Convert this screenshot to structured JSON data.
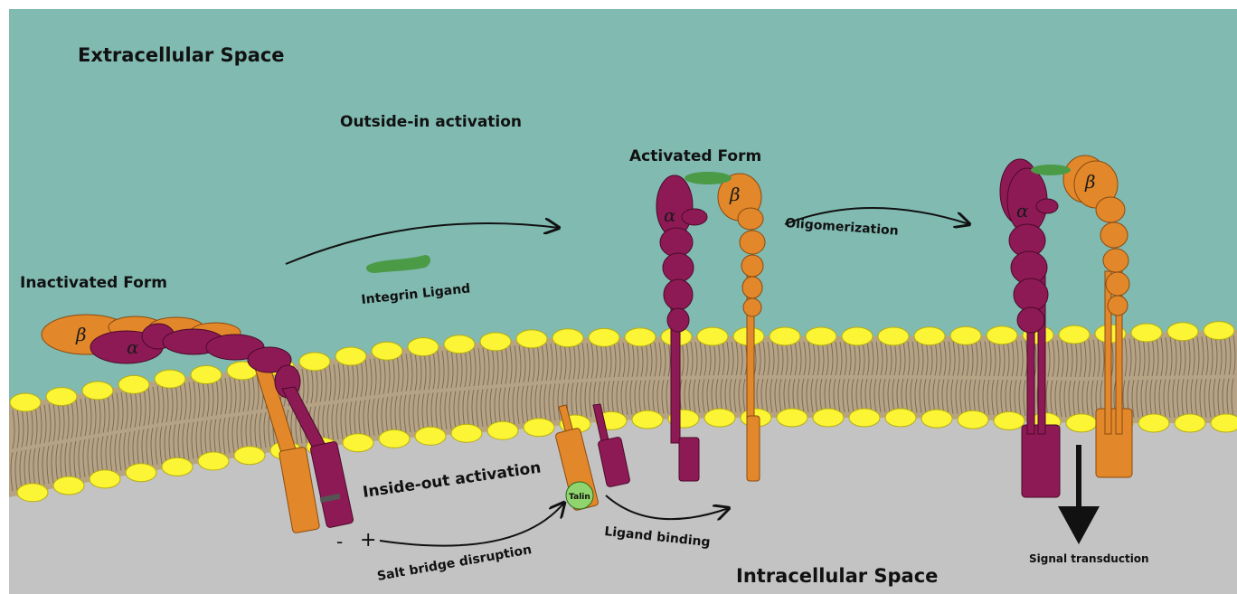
{
  "regions": {
    "extracellular": "Extracellular Space",
    "intracellular": "Intracellular Space"
  },
  "labels": {
    "outside_in": "Outside-in activation",
    "inside_out": "Inside-out activation",
    "inactivated_form": "Inactivated Form",
    "activated_form": "Activated Form",
    "integrin_ligand": "Integrin Ligand",
    "oligomerization": "Oligomerization",
    "ligand_binding": "Ligand binding",
    "salt_bridge": "Salt bridge disruption",
    "signal_transduction": "Signal transduction",
    "talin": "Talin",
    "minus": "-",
    "plus": "+"
  },
  "subunits": {
    "alpha": "α",
    "beta": "β"
  },
  "colors": {
    "extracellular": "#80bab1",
    "intracellular": "#c3c3c3",
    "membrane_core": "#b6a386",
    "lipid_head": "#fbf535",
    "alpha_subunit": "#8e1a55",
    "beta_subunit": "#e2882a",
    "ligand": "#4a9a46",
    "talin": "#8fd46e",
    "arrow": "#111111"
  }
}
